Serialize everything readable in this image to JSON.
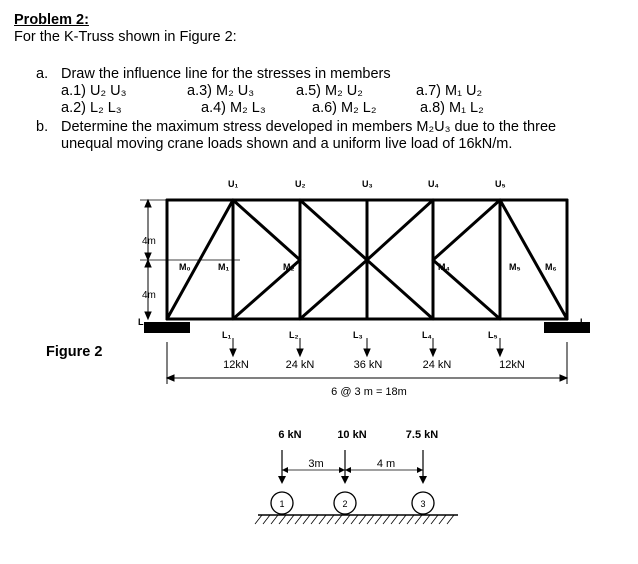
{
  "problem": {
    "title": "Problem 2:",
    "intro": "For the K-Truss shown in Figure 2:",
    "part_a": {
      "marker": "a.",
      "text": "Draw the influence line for the stresses in members",
      "items": [
        "a.1) U₂ U₃",
        "a.2) L₂ L₃",
        "a.3) M₂ U₃",
        "a.4) M₂ L₃",
        "a.5) M₂ U₂",
        "a.6) M₂ L₂",
        "a.7) M₁ U₂",
        "a.8) M₁ L₂"
      ]
    },
    "part_b": {
      "marker": "b.",
      "line1": "Determine the maximum stress developed in members M₂U₃ due to the three",
      "line2": "unequal moving crane loads shown and a uniform live load of 16kN/m."
    }
  },
  "figure": {
    "label": "Figure 2",
    "top_nodes": [
      "U₁",
      "U₂",
      "U₃",
      "U₄",
      "U₅"
    ],
    "mid_nodes": [
      "M₀",
      "M₁",
      "M₂",
      "M₄",
      "M₅",
      "M₆"
    ],
    "bottom_nodes": [
      "L₀",
      "L₁",
      "L₂",
      "L₃",
      "L₄",
      "L₅",
      "L₆"
    ],
    "heights": [
      "4m",
      "4m"
    ],
    "bottom_loads": [
      "12kN",
      "24 kN",
      "36 kN",
      "24 kN",
      "12kN"
    ],
    "span_label": "6 @ 3 m = 18m",
    "crane": {
      "loads": [
        "6 kN",
        "10 kN",
        "7.5 kN"
      ],
      "spacings": [
        "3m",
        "4 m"
      ],
      "wheels": [
        "1",
        "2",
        "3"
      ]
    }
  }
}
